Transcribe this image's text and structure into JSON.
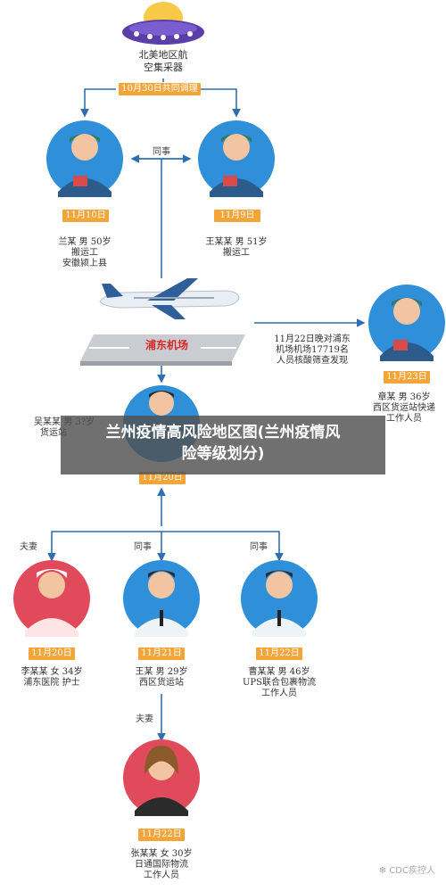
{
  "source": {
    "name_line1": "北美地区航",
    "name_line2": "空集采器",
    "date": "10月30日共同调理"
  },
  "airport": "浦东机场",
  "colleague_label_top": "同事",
  "persons": {
    "lan": {
      "date": "11月10日",
      "line1": "兰某  男  50岁",
      "line2": "搬运工",
      "line3": "安徽颍上县"
    },
    "wang_top": {
      "date": "11月9日",
      "line1": "王某某  男  51岁",
      "line2": "搬运工"
    },
    "zhang_right": {
      "date": "11月23日",
      "line1": "章某  男  36岁",
      "line2": "西区货运站快递",
      "line3": "工作人员"
    },
    "wu": {
      "date": "11月20日",
      "line1": "吴某某  男  3?岁",
      "line2": "货运站"
    },
    "li": {
      "date": "11月20日",
      "line1": "李某某  女  34岁",
      "line2": "浦东医院  护士"
    },
    "wang_mid": {
      "date": "11月21日",
      "line1": "王某  男  29岁",
      "line2": "西区货运站"
    },
    "cao": {
      "date": "11月22日",
      "line1": "曹某某  男  46岁",
      "line2": "UPS联合包裹物流",
      "line3": "工作人员"
    },
    "zhang_bottom": {
      "date": "11月22日",
      "line1": "张某某  女  30岁",
      "line2": "日通国际物流",
      "line3": "工作人员"
    }
  },
  "note_line1": "11月22日晚对浦东",
  "note_line2": "机场机场17719名",
  "note_line3": "人员核酸筛查发现",
  "relations": {
    "wife1": "夫妻",
    "colleague1": "同事",
    "colleague2": "同事",
    "wife2": "夫妻"
  },
  "overlay_title_line1": "兰州疫情高风险地区图(兰州疫情风",
  "overlay_title_line2": "险等级划分)",
  "watermark": "CDC疾控人",
  "colors": {
    "blue_circle": "#2f8fd8",
    "pink_circle": "#e04a5a",
    "date_tag": "#f4a53a",
    "line": "#2f6eb0"
  }
}
